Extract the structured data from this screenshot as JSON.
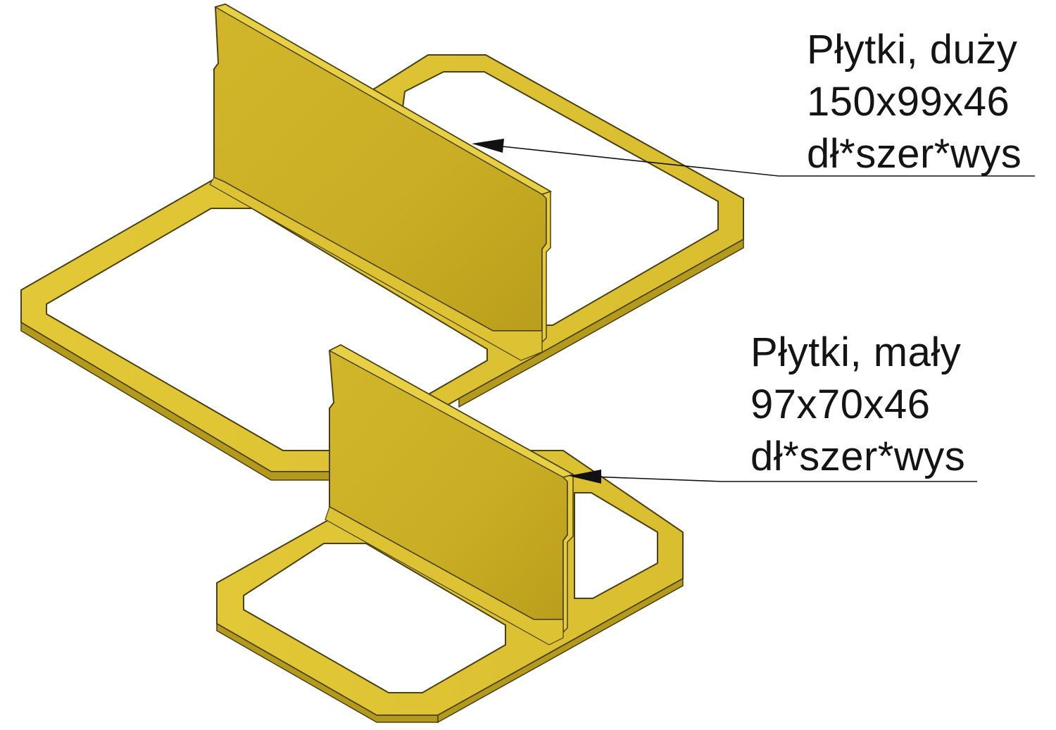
{
  "callouts": {
    "large": {
      "name": "Płytki, duży",
      "dimensions": "150x99x46",
      "dimension_order": "dł*szer*wys"
    },
    "small": {
      "name": "Płytki, mały",
      "dimensions": "97x70x46",
      "dimension_order": "dł*szer*wys"
    }
  },
  "colors": {
    "part_face": "#d6bc2e",
    "part_top": "#e6cd3c",
    "part_edge": "#a8901a",
    "outline": "#4a4112",
    "leader": "#111111"
  }
}
